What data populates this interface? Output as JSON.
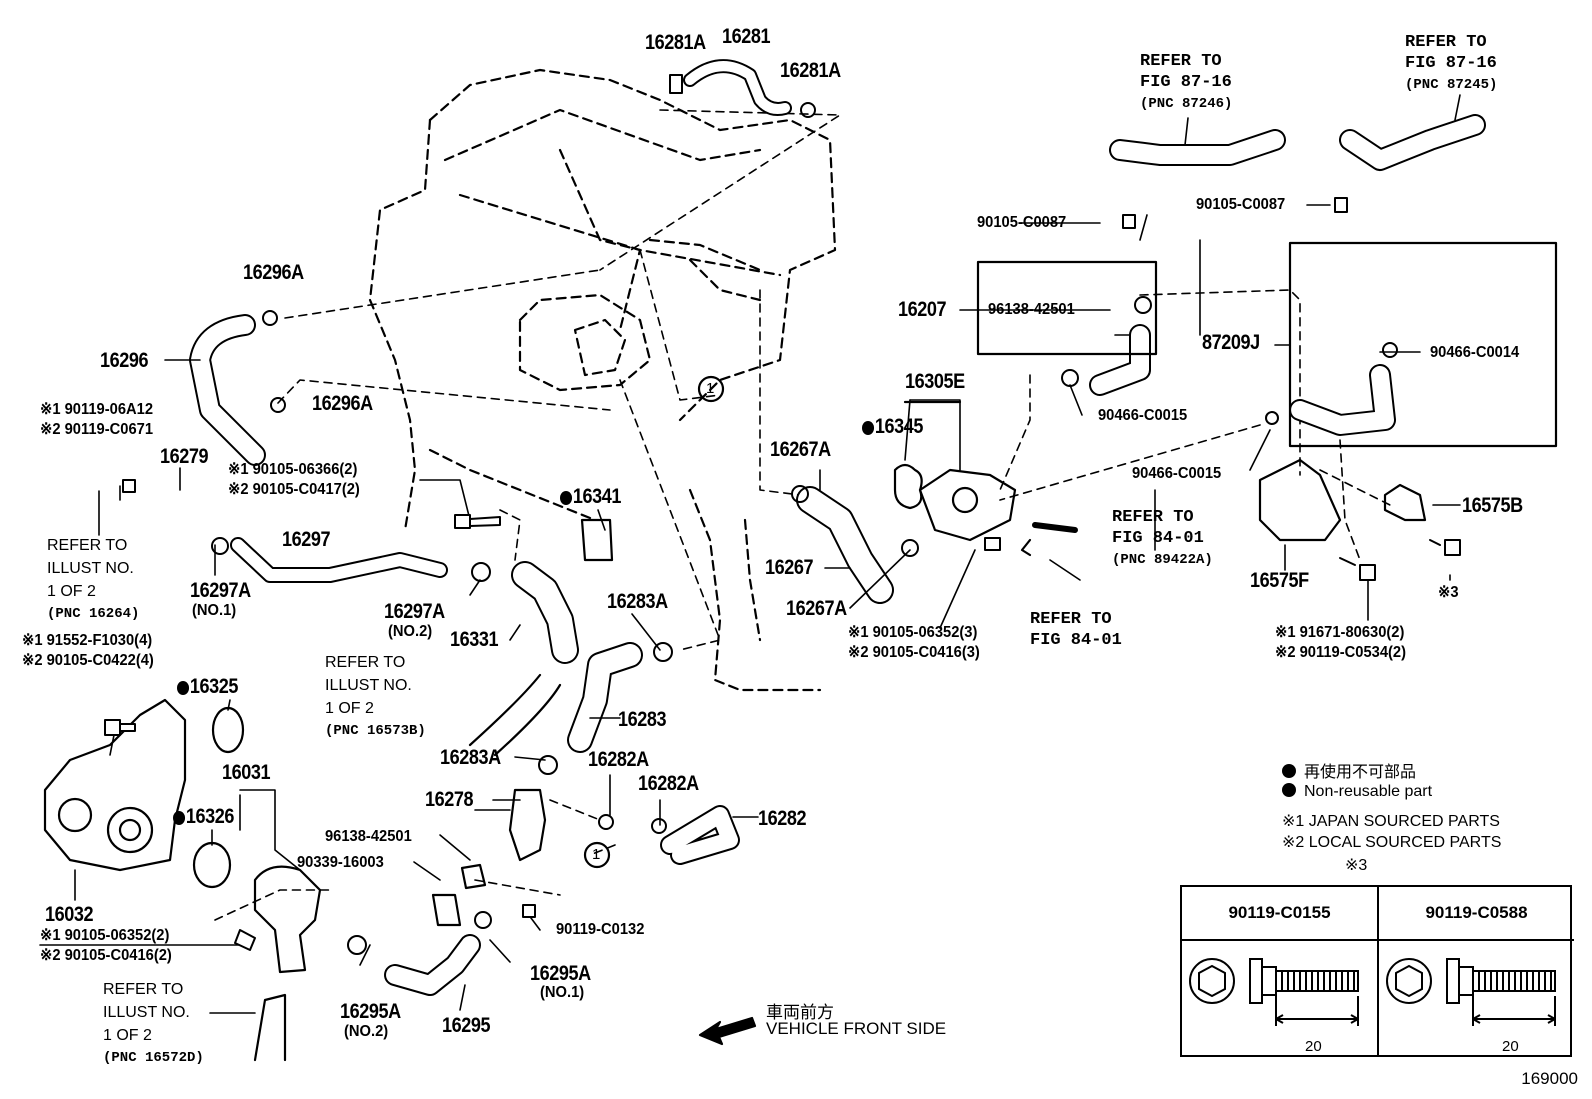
{
  "labels": {
    "p16281A_top": "16281A",
    "p16281": "16281",
    "p16281A_right": "16281A",
    "p16296A_top": "16296A",
    "p16296": "16296",
    "p16296A_mid": "16296A",
    "p16279": "16279",
    "p16297": "16297",
    "p16297A_no1": "16297A",
    "p16297A_no1_sub": "(NO.1)",
    "p16297A_no2": "16297A",
    "p16297A_no2_sub": "(NO.2)",
    "p16331": "16331",
    "p16341": "16341",
    "p16283A_top": "16283A",
    "p16283": "16283",
    "p16283A_bot": "16283A",
    "p16282A_left": "16282A",
    "p16282A_right": "16282A",
    "p16282": "16282",
    "p16278": "16278",
    "p96138_bottom": "96138-42501",
    "p90339": "90339-16003",
    "p90119_C0132": "90119-C0132",
    "p16295A_no1": "16295A",
    "p16295A_no1_sub": "(NO.1)",
    "p16295A_no2": "16295A",
    "p16295A_no2_sub": "(NO.2)",
    "p16295": "16295",
    "p16325": "16325",
    "p16031": "16031",
    "p16326": "16326",
    "p16032": "16032",
    "p16267A_top": "16267A",
    "p16267": "16267",
    "p16267A_bot": "16267A",
    "p16345": "16345",
    "p16305E": "16305E",
    "p16207": "16207",
    "p96138_top": "96138-42501",
    "p90105_C0087_left": "90105-C0087",
    "p90466_C0015_a": "90466-C0015",
    "p90466_C0015_b": "90466-C0015",
    "p87209J": "87209J",
    "p90105_C0087_right": "90105-C0087",
    "p90466_C0014": "90466-C0014",
    "p16575B": "16575B",
    "p16575F": "16575F",
    "p_star3": "※3"
  },
  "multi": {
    "bolt_16279_a": "※1 90119-06A12",
    "bolt_16279_b": "※2 90119-C0671",
    "bolt_16297_a": "※1 90105-06366(2)",
    "bolt_16297_b": "※2 90105-C0417(2)",
    "bolt_pump_a": "※1 91552-F1030(4)",
    "bolt_pump_b": "※2 90105-C0422(4)",
    "bolt_16032_a": "※1 90105-06352(2)",
    "bolt_16032_b": "※2 90105-C0416(2)",
    "bolt_16305_a": "※1 90105-06352(3)",
    "bolt_16305_b": "※2 90105-C0416(3)",
    "bolt_16575_a": "※1 91671-80630(2)",
    "bolt_16575_b": "※2 90119-C0534(2)"
  },
  "refs": {
    "ref_87246_l1": "REFER TO",
    "ref_87246_l2": "FIG 87-16",
    "ref_87246_l3": "(PNC 87246)",
    "ref_87245_l1": "REFER TO",
    "ref_87245_l2": "FIG 87-16",
    "ref_87245_l3": "(PNC 87245)",
    "ref_89422A_l1": "REFER TO",
    "ref_89422A_l2": "FIG 84-01",
    "ref_89422A_l3": "(PNC 89422A)",
    "ref_8401_l1": "REFER TO",
    "ref_8401_l2": "FIG 84-01",
    "ref_16264_l1": "REFER TO",
    "ref_16264_l2": "ILLUST NO.",
    "ref_16264_l3": "1 OF 2",
    "ref_16264_l4": "(PNC 16264)",
    "ref_16573B_l1": "REFER TO",
    "ref_16573B_l2": "ILLUST NO.",
    "ref_16573B_l3": "1 OF 2",
    "ref_16573B_l4": "(PNC 16573B)",
    "ref_16572D_l1": "REFER TO",
    "ref_16572D_l2": "ILLUST NO.",
    "ref_16572D_l3": "1 OF 2",
    "ref_16572D_l4": "(PNC 16572D)"
  },
  "circle_marker": "1",
  "front": {
    "jp": "車両前方",
    "en": "VEHICLE FRONT SIDE"
  },
  "legend": {
    "non_reusable_jp": "再使用不可部品",
    "non_reusable_en": "Non-reusable part",
    "japan_sourced": "※1  JAPAN SOURCED PARTS",
    "local_sourced": "※2  LOCAL SOURCED PARTS",
    "star3": "※3"
  },
  "table": {
    "col1_header": "90119-C0155",
    "col2_header": "90119-C0588",
    "col1_dim": "20",
    "col2_dim": "20"
  },
  "footer_code": "169000"
}
